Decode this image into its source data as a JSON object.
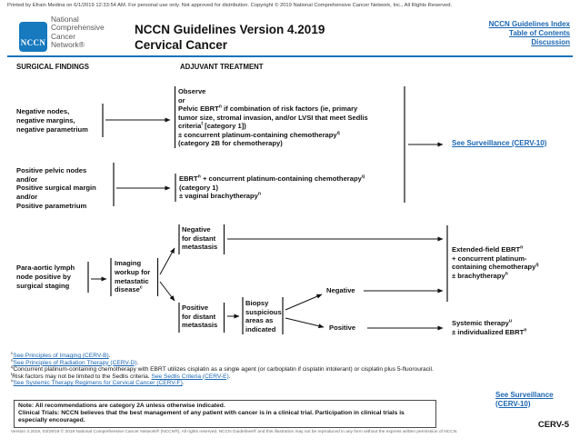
{
  "print_notice": "Printed by Efrain Medina on 6/1/2019 12:33:54 AM. For personal use only. Not approved for distribution. Copyright © 2019 National Comprehensive Cancer Network, Inc., All Rights Reserved.",
  "header": {
    "logo_text": "NCCN",
    "org_name": "National\nComprehensive\nCancer\nNetwork®",
    "title_line1": "NCCN Guidelines Version 4.2019",
    "title_line2": "Cervical Cancer",
    "links": {
      "index": "NCCN Guidelines Index",
      "toc": "Table of Contents",
      "discussion": "Discussion"
    }
  },
  "columns": {
    "left": "SURGICAL FINDINGS",
    "right": "ADJUVANT TREATMENT"
  },
  "flowchart": {
    "negative_findings": "Negative nodes,\nnegative margins,\nnegative parametrium",
    "observe_block": "Observe\nor\nPelvic EBRT^n if combination of risk factors (ie, primary\ntumor size, stromal invasion, and/or LVSI that meet Sedlis\ncriteria^t [category 1])\n± concurrent platinum-containing chemotherapy^q\n(category 2B for chemotherapy)",
    "surveillance_link": "See Surveillance (CERV-10)",
    "positive_findings": "Positive pelvic nodes\nand/or\nPositive surgical margin\nand/or\nPositive parametrium",
    "ebrt_chemo_block": "EBRT^n + concurrent platinum-containing chemotherapy^q\n(category 1)\n± vaginal brachytherapy^n",
    "para_aortic": "Para-aortic lymph\nnode positive by\nsurgical staging",
    "imaging_workup": "Imaging\nworkup for\nmetastatic\ndisease^c",
    "negative_distant": "Negative\nfor distant\nmetastasis",
    "positive_distant": "Positive\nfor distant\nmetastasis",
    "biopsy": "Biopsy\nsuspicious\nareas as\nindicated",
    "negative_label": "Negative",
    "positive_label": "Positive",
    "extended_field": "Extended-field EBRT^n\n+ concurrent platinum-\ncontaining chemotherapy^q\n± brachytherapy^n",
    "systemic_therapy": "Systemic therapy^u\n± individualized EBRT^n",
    "surveillance_link_bottom": "See Surveillance\n(CERV-10)"
  },
  "footnotes": [
    {
      "marker": "c",
      "pre": "",
      "link": "See Principles of Imaging (CERV-B)",
      "post": "."
    },
    {
      "marker": "n",
      "pre": "",
      "link": "See Principles of Radiation Therapy (CERV-D)",
      "post": "."
    },
    {
      "marker": "q",
      "pre": "Concurrent platinum-containing chemotherapy with EBRT utilizes cisplatin as a single agent (or carboplatin if cisplatin intolerant) or cisplatin plus 5-fluorouracil.",
      "link": "",
      "post": ""
    },
    {
      "marker": "t",
      "pre": "Risk factors may not be limited to the Sedlis criteria. ",
      "link": "See Sedlis Criteria (CERV-E)",
      "post": "."
    },
    {
      "marker": "u",
      "pre": "",
      "link": "See Systemic Therapy Regimens for Cervical Cancer (CERV-F)",
      "post": "."
    }
  ],
  "note_box": {
    "line1": "Note: All recommendations are category 2A unless otherwise indicated.",
    "line2": "Clinical Trials: NCCN believes that the best management of any patient with cancer is in a clinical trial. Participation in clinical trials is especially encouraged."
  },
  "footer": {
    "version": "Version 4.2019, 03/29/19 © 2019 National Comprehensive Cancer Network® (NCCN®), All rights reserved. NCCN Guidelines® and this illustration may not be reproduced in any form without the express written permission of NCCN.",
    "page_number": "CERV-5"
  },
  "colors": {
    "link_blue": "#1a66b3",
    "logo_blue": "#1779be",
    "rule_blue": "#1a72b8"
  }
}
